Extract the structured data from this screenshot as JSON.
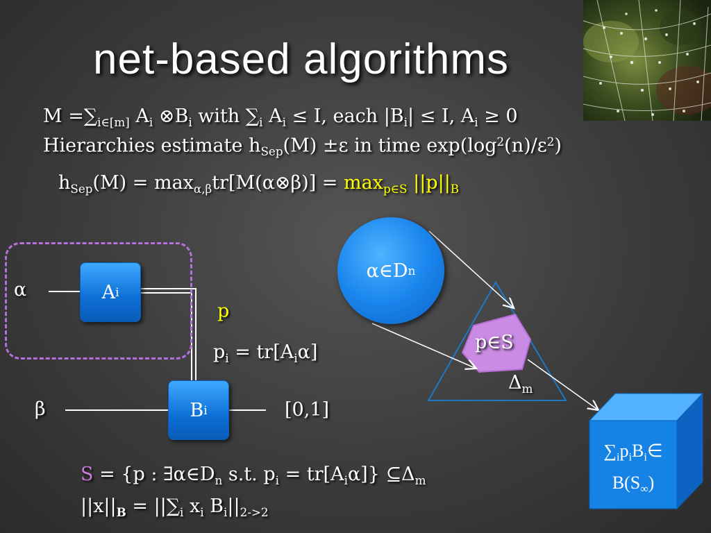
{
  "title": "net-based algorithms",
  "lines": {
    "line1": {
      "a": "M =∑",
      "a_sub": "i∈[m]",
      "b": " A",
      "b_sub": "i",
      "c": " ⊗B",
      "c_sub": "i",
      "d": " with ∑",
      "d_sub": "i",
      "e": " A",
      "e_sub": "i",
      "f": " ≤ I, each |B",
      "f_sub": "i",
      "g": "| ≤ I, A",
      "g_sub": "i",
      "h": " ≥ 0"
    },
    "line2": {
      "a": "Hierarchies estimate h",
      "a_sub": "Sep",
      "b": "(M) ±ε in time exp(log",
      "b_sup": "2",
      "c": "(n)/ε",
      "c_sup": "2",
      "d": ")"
    },
    "line3": {
      "a": "h",
      "a_sub": "Sep",
      "b": "(M) = max",
      "b_sub": "α,β",
      "c": "tr[M(α⊗β)] = ",
      "d": "max",
      "d_sub": "p∈S",
      "e": " ||p||",
      "e_sub": "B"
    }
  },
  "diagram": {
    "alpha": "α",
    "beta": "β",
    "box_a": "A",
    "box_a_sub": "i",
    "box_b": "B",
    "box_b_sub": "i",
    "p": "p",
    "pi_eq": "p",
    "pi_eq_sub": "i",
    "pi_eq_rest": " = tr[A",
    "pi_eq_rest_sub": "i",
    "pi_eq_end": "α]",
    "interval": "[0,1]",
    "circle": "α∈D",
    "circle_sub": "n",
    "polygon": "p∈S",
    "delta": "Δ",
    "delta_sub": "m",
    "cube_line1": "∑",
    "cube_line1_sub1": "i",
    "cube_line1_p": "p",
    "cube_line1_sub2": "i",
    "cube_line1_b": "B",
    "cube_line1_sub3": "i",
    "cube_line1_end": "∈",
    "cube_line2": "B(S",
    "cube_line2_sub": "∞",
    "cube_line2_end": ")"
  },
  "bottom": {
    "s_line": {
      "s": "S",
      "a": " = {p : ∃α∈D",
      "a_sub": "n",
      "b": " s.t.  p",
      "b_sub": "i",
      "c": " = tr[A",
      "c_sub": "i",
      "d": "α]} ⊆Δ",
      "d_sub": "m"
    },
    "norm_line": {
      "a": "||x||",
      "a_sub": "B",
      "b": " = ||∑",
      "b_sub": "i",
      "c": " x",
      "c_sub": "i",
      "d": "  B",
      "d_sub": "i",
      "e": "||",
      "e_sub": "2->2"
    }
  },
  "colors": {
    "accent_yellow": "#ffff00",
    "accent_violet": "#c77ddc",
    "box_blue": "#1a86ee",
    "polygon_fill": "#c98be3",
    "triangle_stroke": "#1e78c8"
  }
}
